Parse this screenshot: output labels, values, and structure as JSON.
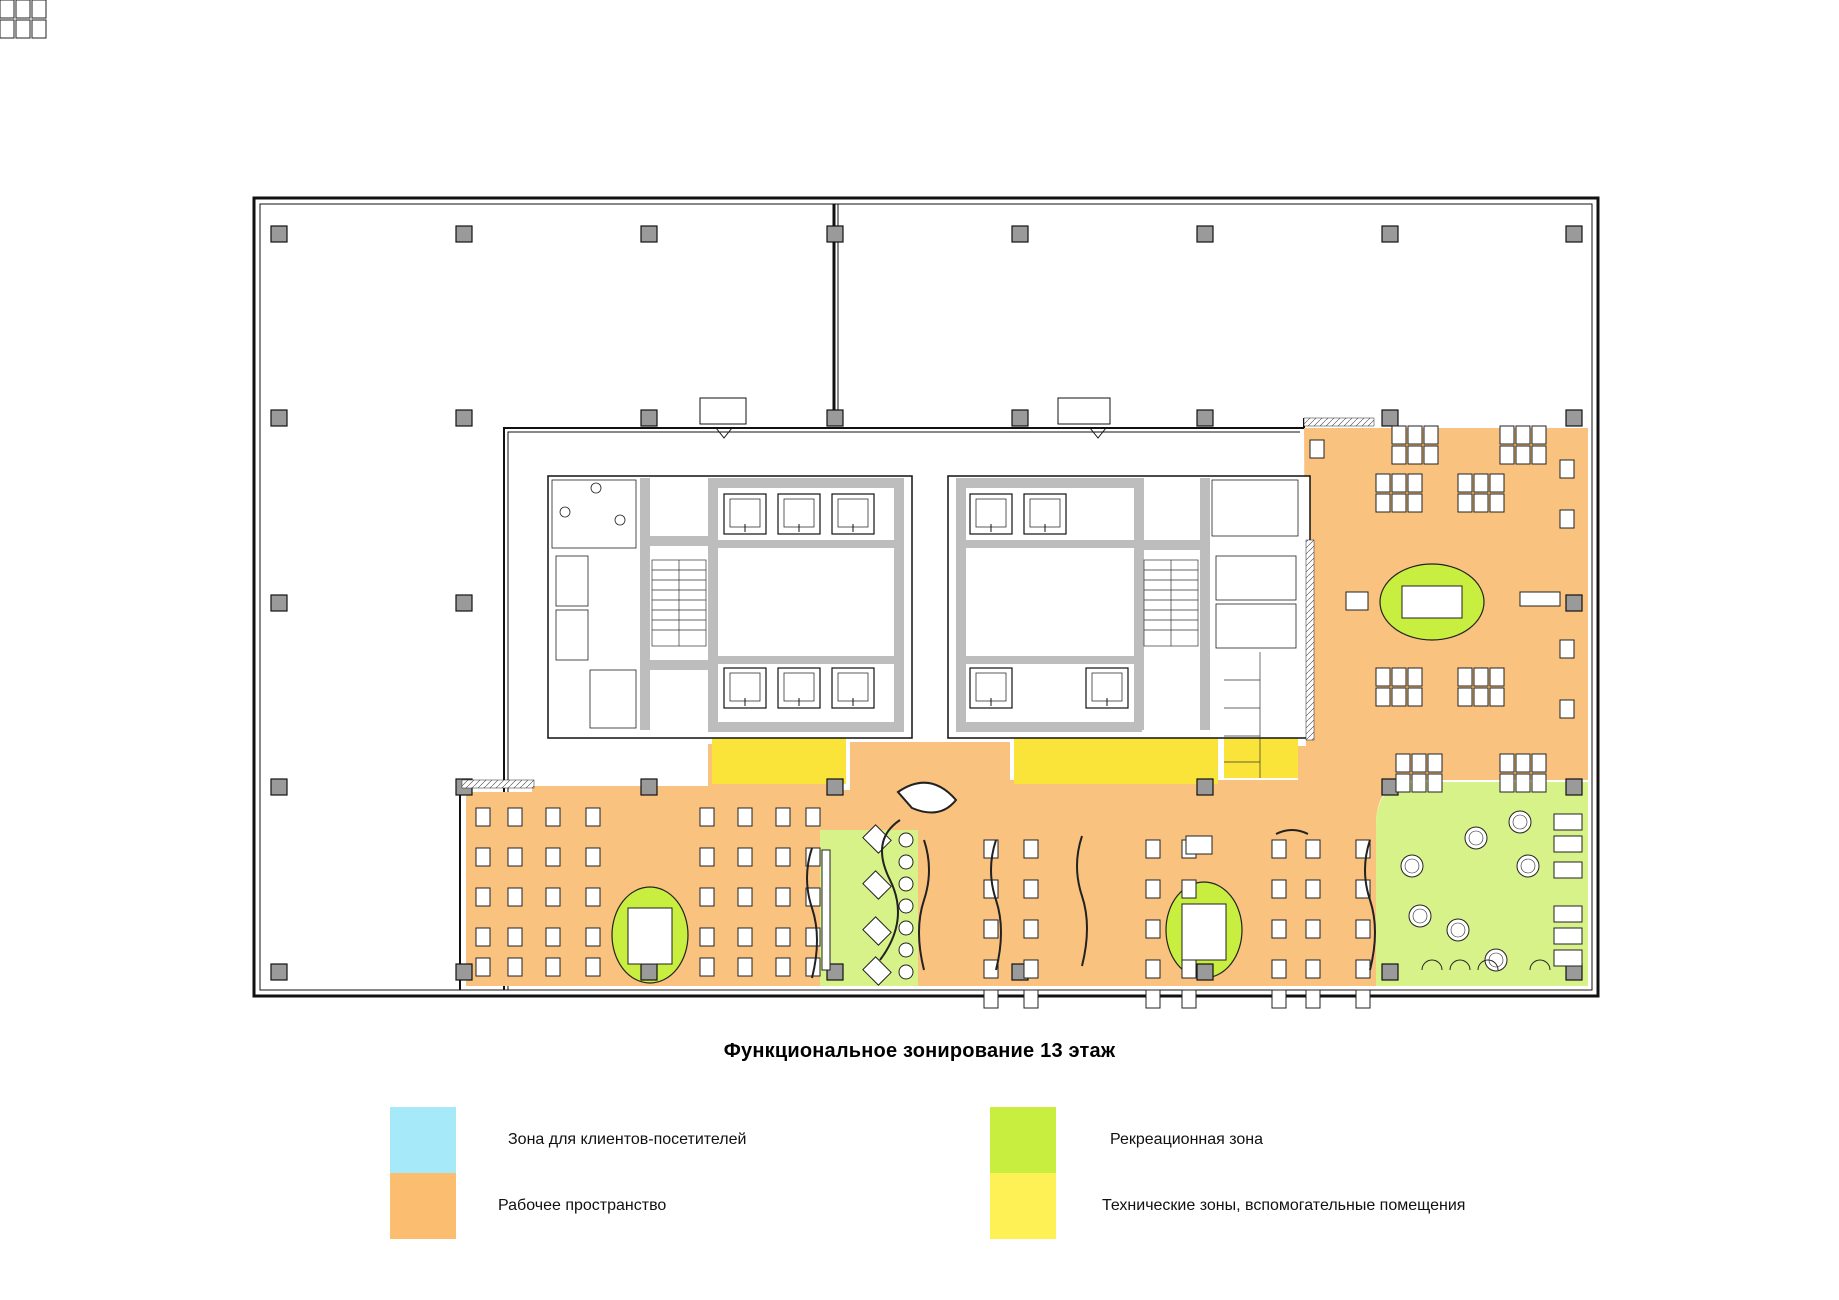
{
  "caption": "Функциональное зонирование 13 этаж",
  "colors": {
    "clients": "#a6e9f8",
    "work": "#fbbd6f",
    "recreation": "#c8ee3f",
    "technical": "#fdf156",
    "work_fill": "#f9c27f",
    "recreation_fill": "#d8f28a",
    "technical_fill": "#fbe43a",
    "core": "#bdbdbd",
    "wall": "#111111",
    "column": "#9a9a9a"
  },
  "legend": {
    "clients": {
      "label": "Зона для клиентов-посетителей",
      "color": "#a6e9f8"
    },
    "work": {
      "label": "Рабочее пространство",
      "color": "#fbbd6f"
    },
    "recreation": {
      "label": "Рекреационная зона",
      "color": "#c8ee3f"
    },
    "technical": {
      "label": "Технические зоны, вспомогательные помещения",
      "color": "#fdf156"
    }
  }
}
